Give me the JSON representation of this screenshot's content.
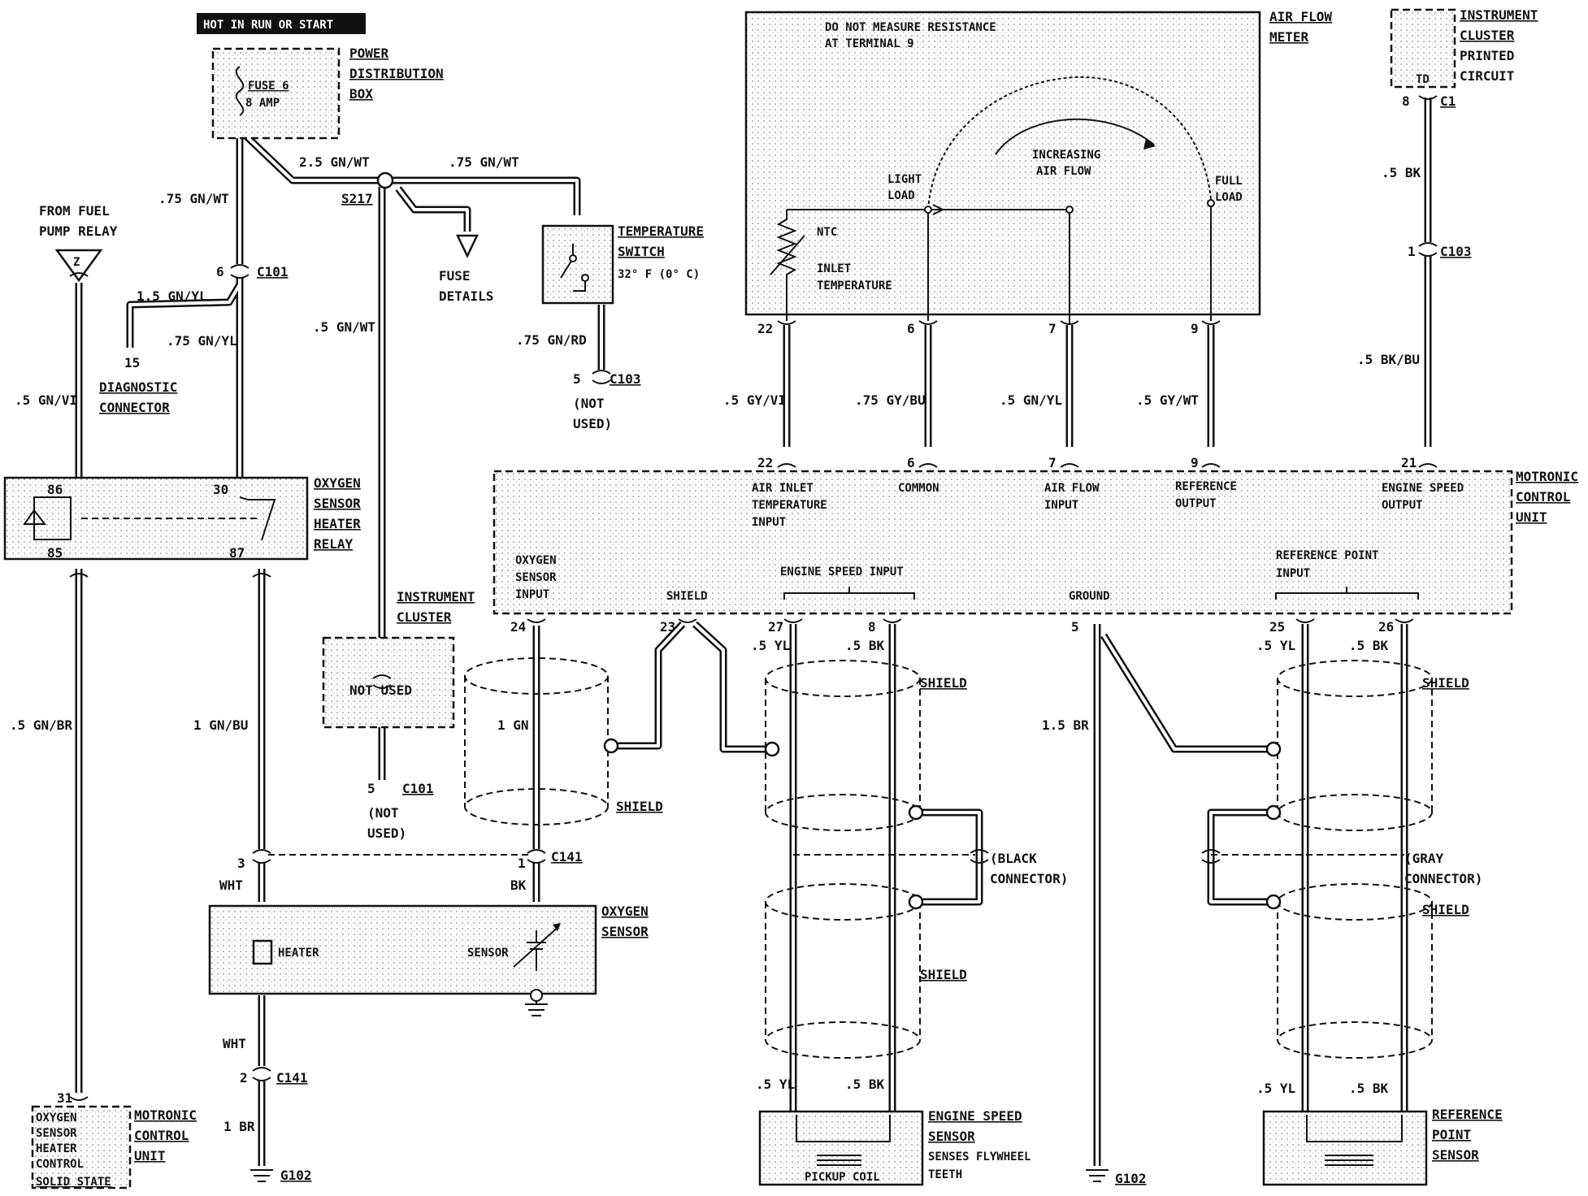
{
  "top": {
    "hot_label": "HOT IN RUN OR START",
    "pdb_label": [
      "POWER",
      "DISTRIBUTION",
      "BOX"
    ],
    "fuse_name": "FUSE 6",
    "fuse_rating": "8 AMP"
  },
  "wires": {
    "w_75gnwt_left": ".75 GN/WT",
    "w_25gnwt": "2.5 GN/WT",
    "w_75gnwt_right": ".75 GN/WT",
    "splice": "S217",
    "fuse_details": [
      "FUSE",
      "DETAILS"
    ],
    "w_15gnyl": "1.5 GN/YL",
    "w_75gnyl": ".75 GN/YL",
    "w_5gnwt": ".5 GN/WT",
    "w_75gnrd": ".75 GN/RD",
    "w_5gnvi": ".5 GN/VI",
    "w_5gnbr": ".5 GN/BR",
    "w_1gnbu": "1 GN/BU",
    "w_1gn": "1 GN",
    "w_5gyvi": ".5 GY/VI",
    "w_75gybu": ".75 GY/BU",
    "w_5gnyl": ".5 GN/YL",
    "w_5gywt": ".5 GY/WT",
    "w_5bk_top": ".5 BK",
    "w_5bkbu": ".5 BK/BU",
    "w_15br": "1.5 BR",
    "w_1br": "1 BR",
    "wht_a": "WHT",
    "wht_b": "WHT",
    "bk_o2": "BK",
    "es_yl_top": ".5 YL",
    "es_bk_top": ".5 BK",
    "es_yl_bot": ".5 YL",
    "es_bk_bot": ".5 BK",
    "rp_yl_top": ".5 YL",
    "rp_bk_top": ".5 BK",
    "rp_yl_bot": ".5 YL",
    "rp_bk_bot": ".5 BK"
  },
  "connectors": {
    "c101_pin": "6",
    "c101": "C101",
    "c103_pin_sw": "5",
    "c103_sw": "C103",
    "c103_sw_note": [
      "(NOT",
      "USED)"
    ],
    "c101_ic_pin": "5",
    "c101_ic": "C101",
    "c101_ic_note": [
      "(NOT",
      "USED)"
    ],
    "c141_pin3": "3",
    "c141_pin1": "1",
    "c141": "C141",
    "c141_pin2": "2",
    "c141_b": "C141",
    "c1_pin": "8",
    "c1": "C1",
    "c103_ic_pin": "1",
    "c103_ic": "C103",
    "g102_a": "G102",
    "g102_b": "G102",
    "black_conn": [
      "(BLACK",
      "CONNECTOR)"
    ],
    "gray_conn": [
      "(GRAY",
      "CONNECTOR)"
    ]
  },
  "components": {
    "fuel_pump": [
      "FROM FUEL",
      "PUMP RELAY"
    ],
    "z_symbol": "Z",
    "diag_pin": "15",
    "diag": [
      "DIAGNOSTIC",
      "CONNECTOR"
    ],
    "relay": [
      "OXYGEN",
      "SENSOR",
      "HEATER",
      "RELAY"
    ],
    "relay_pins": {
      "p86": "86",
      "p85": "85",
      "p30": "30",
      "p87": "87"
    },
    "temp_switch": [
      "TEMPERATURE",
      "SWITCH"
    ],
    "temp_value": "32° F (0° C)",
    "ic": [
      "INSTRUMENT",
      "CLUSTER"
    ],
    "ic_not_used": "NOT USED",
    "afm": [
      "AIR FLOW",
      "METER"
    ],
    "afm_warning": [
      "DO NOT MEASURE RESISTANCE",
      "AT TERMINAL 9"
    ],
    "afm_increasing": [
      "INCREASING",
      "AIR FLOW"
    ],
    "afm_light": [
      "LIGHT",
      "LOAD"
    ],
    "afm_full": [
      "FULL",
      "LOAD"
    ],
    "afm_ntc": "NTC",
    "afm_inlet": [
      "INLET",
      "TEMPERATURE"
    ],
    "icpc": [
      "INSTRUMENT",
      "CLUSTER",
      "PRINTED",
      "CIRCUIT"
    ],
    "icpc_td": "TD",
    "mcu": [
      "MOTRONIC",
      "CONTROL",
      "UNIT"
    ],
    "o2": [
      "OXYGEN",
      "SENSOR"
    ],
    "o2_heater": "HEATER",
    "o2_sensor": "SENSOR",
    "shield": "SHIELD",
    "es_sensor": [
      "ENGINE SPEED",
      "SENSOR"
    ],
    "es_desc": [
      "SENSES FLYWHEEL",
      "TEETH"
    ],
    "pickup": "PICKUP COIL",
    "rp_sensor": [
      "REFERENCE",
      "POINT",
      "SENSOR"
    ],
    "osh": [
      "OXYGEN",
      "SENSOR",
      "HEATER",
      "CONTROL"
    ],
    "osh_state": "SOLID STATE",
    "mcu2": [
      "MOTRONIC",
      "CONTROL",
      "UNIT"
    ]
  },
  "afm_pins": [
    "22",
    "6",
    "7",
    "9"
  ],
  "mcu_top_pins": [
    "22",
    "6",
    "7",
    "9",
    "21"
  ],
  "mcu_bottom_pins": [
    "24",
    "23",
    "27",
    "8",
    "5",
    "25",
    "26"
  ],
  "mcu_pins": {
    "air_inlet": [
      "AIR INLET",
      "TEMPERATURE",
      "INPUT"
    ],
    "common": "COMMON",
    "air_flow": [
      "AIR FLOW",
      "INPUT"
    ],
    "reference": [
      "REFERENCE",
      "OUTPUT"
    ],
    "engine_speed_out": [
      "ENGINE SPEED",
      "OUTPUT"
    ],
    "oxygen": [
      "OXYGEN",
      "SENSOR",
      "INPUT"
    ],
    "shield": "SHIELD",
    "engine_speed_in": "ENGINE SPEED INPUT",
    "ground": "GROUND",
    "ref_point": [
      "REFERENCE POINT",
      "INPUT"
    ]
  },
  "osh_pin": "31"
}
